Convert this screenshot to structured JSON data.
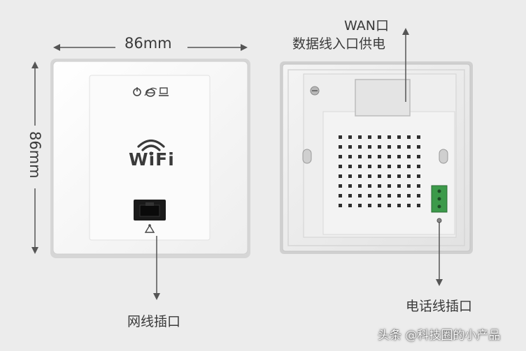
{
  "front_panel": {
    "width_label": "86mm",
    "height_label": "86mm",
    "logo_text": "WiFi",
    "status_icons": [
      "power-icon",
      "ie-browser-icon",
      "network-monitor-icon"
    ],
    "port_icon": "network-port-icon"
  },
  "back_panel": {
    "wan_label_line1": "WAN口",
    "wan_label_line2": "数据线入口供电",
    "phone_port_label": "电话线插口"
  },
  "front_port_label": "网线插口",
  "watermark": "头条 @科技圈的小产品",
  "colors": {
    "background": "#ececec",
    "panel": "#ffffff",
    "arrow": "#555555",
    "terminal": "#3c9a4a"
  }
}
